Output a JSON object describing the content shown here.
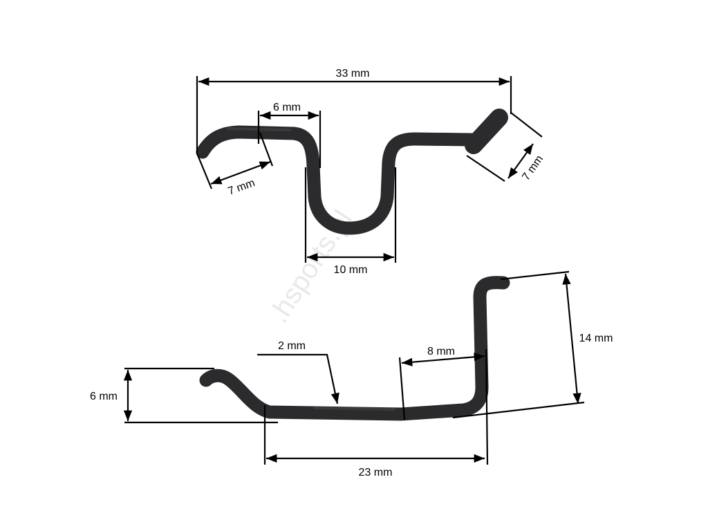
{
  "watermark": ".hsports.pl",
  "top_view": {
    "overall_width": "33 mm",
    "left_flat": "6 mm",
    "left_hook": "7 mm",
    "right_hook": "7 mm",
    "u_width": "10 mm"
  },
  "side_view": {
    "left_height": "6 mm",
    "wire_diameter": "2 mm",
    "right_segment": "8 mm",
    "right_height": "14 mm",
    "base_length": "23 mm"
  },
  "colors": {
    "wire": "#2b2b2d",
    "dimension": "#000000",
    "watermark": "#e9e9e9"
  }
}
